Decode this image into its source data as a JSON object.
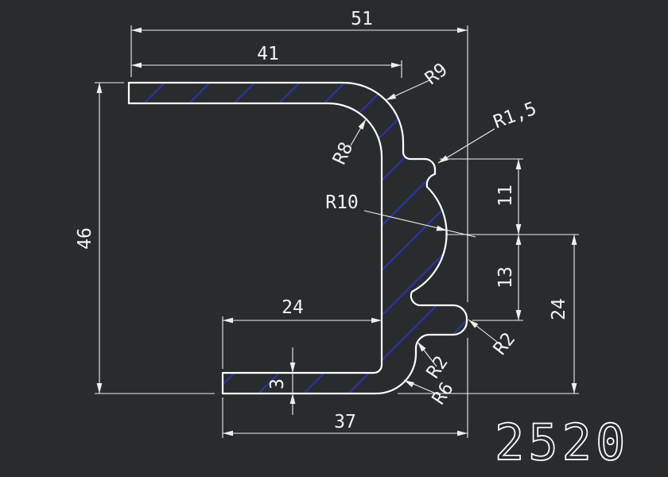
{
  "meta": {
    "part_number": "2520"
  },
  "colors": {
    "bg": "#282c2e",
    "line": "#ffffff",
    "dim": "#eeeeee",
    "hatch": "#2d35cc",
    "text": "#f2f2f2"
  },
  "dimensions": {
    "overall_width": "51",
    "upper_width": "41",
    "overall_height": "46",
    "bottom_width": "37",
    "inner_bottom_width": "24",
    "right_lower_height": "24",
    "right_upper_height": "11",
    "right_middle_height": "13",
    "arm_thickness": "3"
  },
  "radii": {
    "outer_top": "R9",
    "inner_top": "R8",
    "lip_small": "R1,5",
    "groove": "R10",
    "nub": "R2",
    "lower_fillet": "R2",
    "outer_bottom": "R6"
  }
}
